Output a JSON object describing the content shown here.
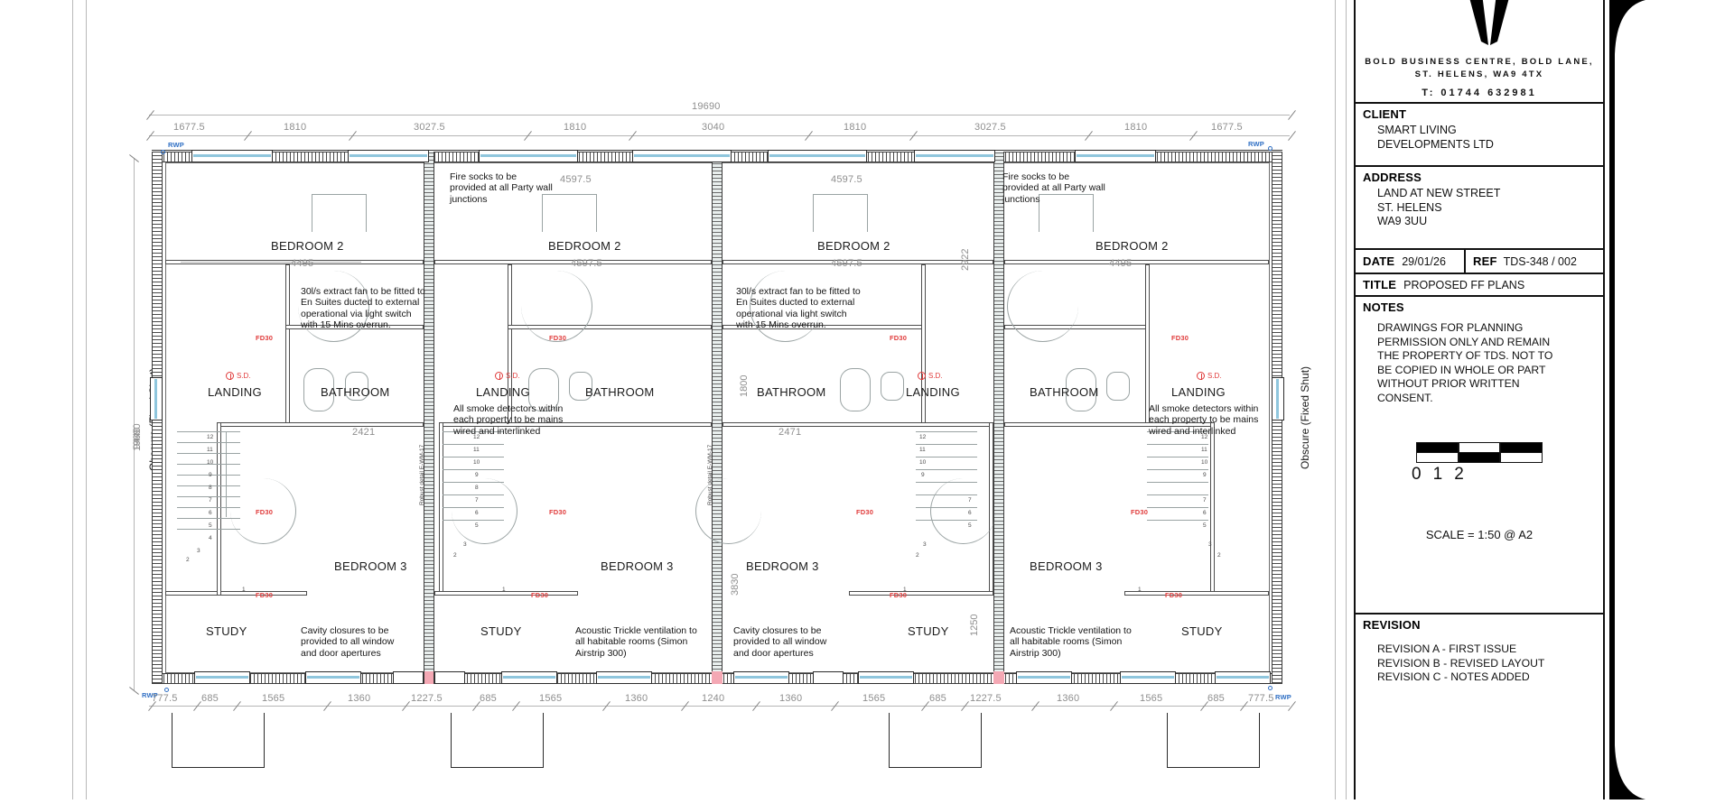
{
  "sheet": {
    "drawing_type": "architectural-floor-plan",
    "overall_width_dim": "19690",
    "overall_height_dim": "9440",
    "left_vertical_note": "Obscure (Fixed Shut)",
    "right_vertical_note": "Obscure (Fixed Shut)",
    "party_wall_label": "Robust detail E-WM-17"
  },
  "dimensions": {
    "top_overall": "19690",
    "top_string": [
      "1677.5",
      "1810",
      "3027.5",
      "1810",
      "3040",
      "1810",
      "3027.5",
      "1810",
      "1677.5"
    ],
    "bottom_string": [
      "777.5",
      "685",
      "1565",
      "1360",
      "1227.5",
      "685",
      "1565",
      "1360",
      "1240",
      "1360",
      "1565",
      "685",
      "1227.5",
      "1360",
      "1565",
      "685",
      "777.5"
    ],
    "internal": {
      "bed2_plot1": "4495",
      "bed2_plot2": "4597.5",
      "bed2_plot3": "4597.5",
      "bed2_plot4": "4495",
      "header_plot2": "4597.5",
      "header_plot3": "4597.5",
      "bathroom_plot1": "2421",
      "bathroom_plot3": "2471",
      "right_vert_2922": "2922",
      "mid_vert_1800": "1800",
      "mid_vert_3830": "3830",
      "right_vert_1250": "1250"
    }
  },
  "rooms": {
    "plot1": [
      "BEDROOM 2",
      "LANDING",
      "BATHROOM",
      "BEDROOM 3",
      "STUDY"
    ],
    "plot2": [
      "BEDROOM 2",
      "LANDING",
      "BATHROOM",
      "BEDROOM 3",
      "STUDY"
    ],
    "plot3": [
      "BEDROOM 2",
      "BATHROOM",
      "LANDING",
      "BEDROOM 3",
      "STUDY"
    ],
    "plot4": [
      "BEDROOM 2",
      "BATHROOM",
      "LANDING",
      "BEDROOM 3",
      "STUDY"
    ]
  },
  "notes_on_plan": {
    "fire_socks": "Fire socks to be\nprovided at all Party wall\njunctions",
    "extract_fan": "30l/s extract fan to be fitted to\nEn Suites ducted to external\noperational via light switch\nwith 15 Mins overrun.",
    "smoke_detectors": "All smoke detectors within\neach property to be mains\nwired and interlinked",
    "cavity_closures": "Cavity closures to be\nprovided to all window\nand door apertures",
    "acoustic_trickle": "Acoustic Trickle ventilation to\nall habitable rooms (Simon\nAirstrip 300)"
  },
  "symbols": {
    "smoke_detector_label": "S.D.",
    "fire_door_label": "FD30",
    "rainwater_pipe_label": "RWP"
  },
  "titleblock": {
    "company_address": "BOLD BUSINESS CENTRE, BOLD LANE,\nST. HELENS, WA9 4TX",
    "telephone": "T: 01744 632981",
    "client_header": "CLIENT",
    "client_value": "SMART LIVING\nDEVELOPMENTS LTD",
    "address_header": "ADDRESS",
    "address_value": "LAND AT NEW STREET\nST. HELENS\nWA9 3UU",
    "date_header": "DATE",
    "date_value": "29/01/26",
    "ref_header": "REF",
    "ref_value": "TDS-348 / 002",
    "title_header": "TITLE",
    "title_value": "PROPOSED FF PLANS",
    "notes_header": "NOTES",
    "notes_value": "DRAWINGS FOR PLANNING\nPERMISSION ONLY AND REMAIN\nTHE PROPERTY OF TDS. NOT TO\nBE COPIED IN WHOLE OR PART\nWITHOUT PRIOR WRITTEN\nCONSENT.",
    "scale_ticks": [
      "0",
      "1",
      "2"
    ],
    "scale_text": "SCALE = 1:50 @ A2",
    "revision_header": "REVISION",
    "revision_value": "REVISION A - FIRST ISSUE\nREVISION B - REVISED LAYOUT\nREVISION C - NOTES ADDED"
  },
  "colors": {
    "ink": "#1a1a1a",
    "dimension_grey": "#8e8e8e",
    "fire_red": "#e03a3a",
    "rwp_blue": "#2f6fc4",
    "glass_blue": "#8fc6dd",
    "door_pink": "#f4a8b4"
  }
}
